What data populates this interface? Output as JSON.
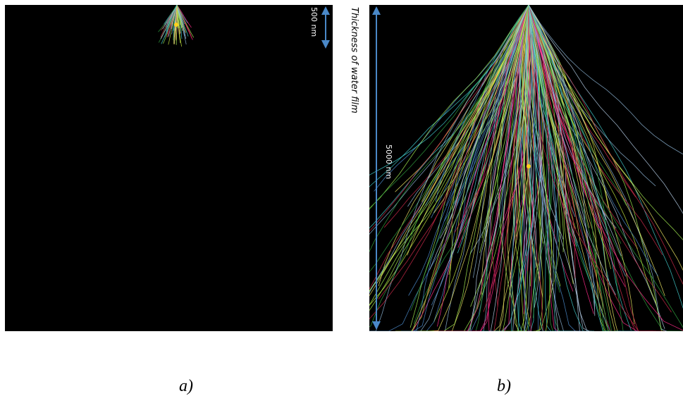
{
  "panel_a": {
    "scale_label": "500 nm",
    "caption": "a)"
  },
  "panel_b": {
    "scale_label": "5000 nm",
    "caption": "b)"
  },
  "axis_title": "Thickness of water film",
  "colors": {
    "background": "#000000",
    "scale_arrow": "#4a88c8",
    "marker": "#ffd21a",
    "tracks": [
      "#ff2a8a",
      "#c0e040",
      "#30a040",
      "#4a88c8",
      "#8ab0d0",
      "#cc2a4a",
      "#e8e060",
      "#b0c8e0",
      "#a0e850",
      "#40c8c8"
    ]
  }
}
